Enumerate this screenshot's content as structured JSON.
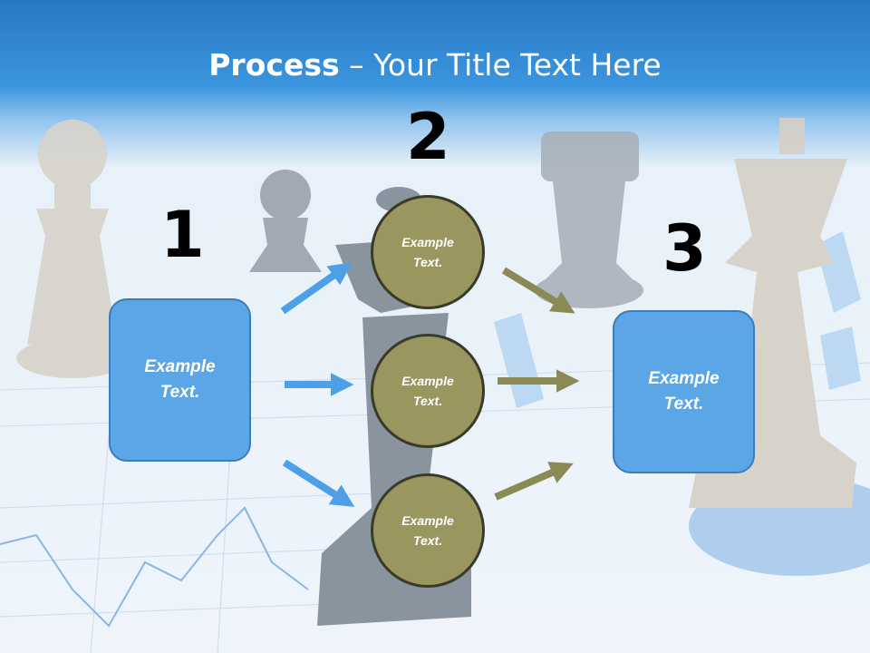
{
  "title": {
    "bold": "Process",
    "rest": " – Your Title Text Here"
  },
  "steps": {
    "one": "1",
    "two": "2",
    "three": "3"
  },
  "box_left": {
    "line1": "Example",
    "line2": "Text."
  },
  "box_right": {
    "line1": "Example",
    "line2": "Text."
  },
  "circles": [
    {
      "line1": "Example",
      "line2": "Text."
    },
    {
      "line1": "Example",
      "line2": "Text."
    },
    {
      "line1": "Example",
      "line2": "Text."
    }
  ],
  "colors": {
    "accent_blue": "#5aa6e6",
    "arrow_blue": "#4da0e8",
    "olive": "#9a9660",
    "arrow_olive": "#8b8a55"
  }
}
